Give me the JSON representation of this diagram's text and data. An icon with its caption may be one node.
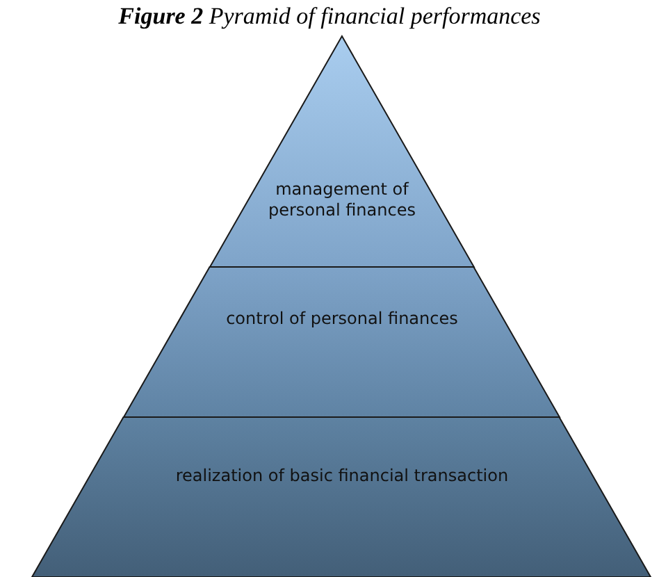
{
  "diagram": {
    "title": "**Figure 2** Pyramid of financial performances",
    "nodes": [
      {
        "text": [
          "management of personal finances"
        ]
      },
      {
        "text": [
          "control of personal finances"
        ]
      },
      {
        "text": [
          "realization of basic financial transaction"
        ]
      }
    ]
  }
}
